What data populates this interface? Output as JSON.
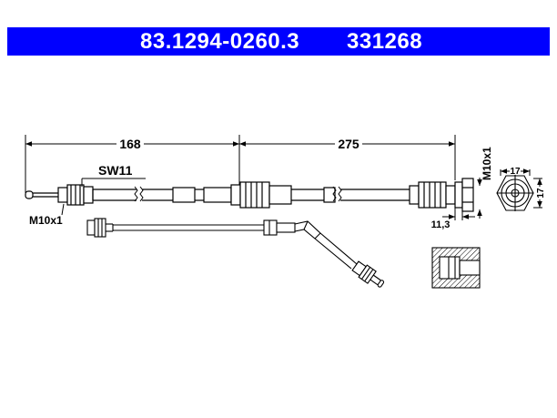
{
  "header": {
    "part_number": "83.1294-0260.3",
    "ref_number": "331268",
    "color": "#0000ff"
  },
  "dimensions": {
    "length_left": "168",
    "length_right": "275",
    "thread_right": "M10x1",
    "wrench_size": "SW11",
    "thread_left": "M10x1",
    "fitting_length": "11,3",
    "fitting_width": "17",
    "fitting_height": "17"
  }
}
